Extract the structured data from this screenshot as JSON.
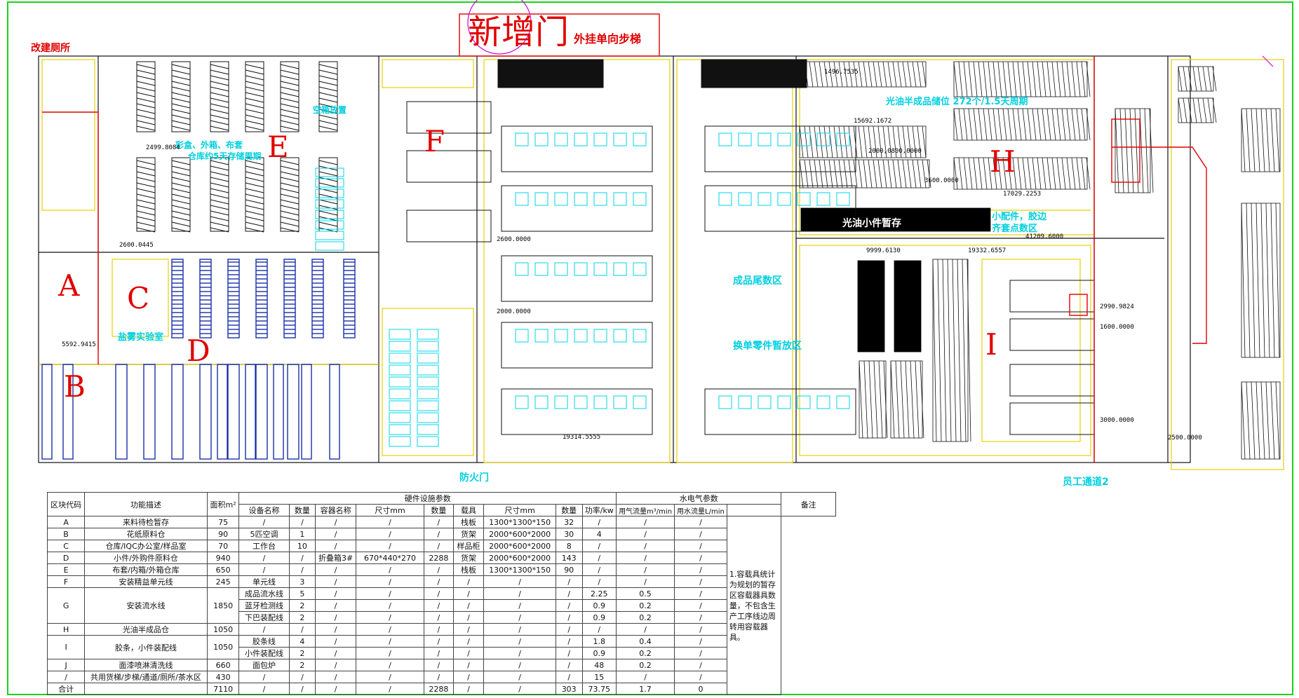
{
  "labels": {
    "new_door": "新增门",
    "escalator": "外挂单向步梯",
    "toilet_renovation": "改建厕所",
    "fire_door": "防火门",
    "staff_passage": "员工通道2",
    "zone_letters": [
      "A",
      "B",
      "C",
      "D",
      "E",
      "F",
      "H",
      "I"
    ]
  },
  "area_texts": [
    "光油半成品储位 272个/1.5天周期",
    "光油小件暂存",
    "小配件，胶边",
    "齐套点数区",
    "成品尾数区",
    "换单零件暂放区",
    "盐雾实验室",
    "彩盒、外箱、布套",
    "仓库约5天存储周期",
    "空箱放置"
  ],
  "dimensions": [
    "2600.0445",
    "2499.8084",
    "2600.0000",
    "5592.9415",
    "41209.6000",
    "15692.1672",
    "19314.5555",
    "9999.6130",
    "2000.0000",
    "1600.0000",
    "19332.6557",
    "2500.0000",
    "17029.2253",
    "2000,0800,0000",
    "2990.9824",
    "3000.0000",
    "1496.7535",
    "3600.0000"
  ],
  "table": {
    "headers": {
      "code": "区块代码",
      "function": "功能描述",
      "area": "面积m²",
      "hardware": "硬件设施参数",
      "utilities": "水电气参数",
      "remark": "备注",
      "equip_name": "设备名称",
      "qty": "数量",
      "container_name": "容器名称",
      "size": "尺寸mm",
      "qty2": "数量",
      "carrier": "载具",
      "size2": "尺寸mm",
      "qty3": "数量",
      "power": "功率/kw",
      "air": "用气流量m³/min",
      "water": "用水流量L/min"
    },
    "rows": [
      {
        "code": "A",
        "func": "来料待检暂存",
        "area": "75",
        "equip": "/",
        "eq": "/",
        "cont": "/",
        "csize": "/",
        "cq": "/",
        "carrier": "栈板",
        "size": "1300*1300*150",
        "qty": "32",
        "power": "/",
        "air": "/",
        "water": "/"
      },
      {
        "code": "B",
        "func": "花纸原料仓",
        "area": "90",
        "equip": "5匹空调",
        "eq": "1",
        "cont": "/",
        "csize": "/",
        "cq": "/",
        "carrier": "货架",
        "size": "2000*600*2000",
        "qty": "30",
        "power": "4",
        "air": "/",
        "water": "/"
      },
      {
        "code": "C",
        "func": "仓库/IQC办公室/样品室",
        "area": "70",
        "equip": "工作台",
        "eq": "10",
        "cont": "/",
        "csize": "/",
        "cq": "/",
        "carrier": "样品柜",
        "size": "2000*600*2000",
        "qty": "8",
        "power": "/",
        "air": "/",
        "water": "/"
      },
      {
        "code": "D",
        "func": "小件/外购件原料仓",
        "area": "940",
        "equip": "/",
        "eq": "/",
        "cont": "折叠箱3#",
        "csize": "670*440*270",
        "cq": "2288",
        "carrier": "货架",
        "size": "2000*600*2000",
        "qty": "143",
        "power": "/",
        "air": "/",
        "water": "/"
      },
      {
        "code": "E",
        "func": "布套/内箱/外箱仓库",
        "area": "650",
        "equip": "/",
        "eq": "/",
        "cont": "/",
        "csize": "/",
        "cq": "/",
        "carrier": "栈板",
        "size": "1300*1300*150",
        "qty": "90",
        "power": "/",
        "air": "/",
        "water": "/"
      },
      {
        "code": "F",
        "func": "安装精益单元线",
        "area": "245",
        "equip": "单元线",
        "eq": "3",
        "cont": "/",
        "csize": "/",
        "cq": "/",
        "carrier": "/",
        "size": "/",
        "qty": "/",
        "power": "/",
        "air": "/",
        "water": "/"
      },
      {
        "code": "G",
        "func": "安装流水线",
        "area": "1850",
        "sub": [
          {
            "equip": "成品流水线",
            "eq": "5",
            "cont": "/",
            "csize": "/",
            "cq": "/",
            "carrier": "/",
            "size": "/",
            "qty": "/",
            "power": "2.25",
            "air": "0.5",
            "water": "/"
          },
          {
            "equip": "蓝牙检测线",
            "eq": "2",
            "cont": "/",
            "csize": "/",
            "cq": "/",
            "carrier": "/",
            "size": "/",
            "qty": "/",
            "power": "0.9",
            "air": "0.2",
            "water": "/"
          },
          {
            "equip": "下巴装配线",
            "eq": "2",
            "cont": "/",
            "csize": "/",
            "cq": "/",
            "carrier": "/",
            "size": "/",
            "qty": "/",
            "power": "0.9",
            "air": "0.2",
            "water": "/"
          }
        ]
      },
      {
        "code": "H",
        "func": "光油半成品仓",
        "area": "1050",
        "equip": "/",
        "eq": "/",
        "cont": "/",
        "csize": "/",
        "cq": "/",
        "carrier": "/",
        "size": "/",
        "qty": "/",
        "power": "/",
        "air": "/",
        "water": "/"
      },
      {
        "code": "I",
        "func": "胶条，小件装配线",
        "area": "1050",
        "sub": [
          {
            "equip": "胶条线",
            "eq": "4",
            "cont": "/",
            "csize": "/",
            "cq": "/",
            "carrier": "/",
            "size": "/",
            "qty": "/",
            "power": "1.8",
            "air": "0.4",
            "water": "/"
          },
          {
            "equip": "小件装配线",
            "eq": "2",
            "cont": "/",
            "csize": "/",
            "cq": "/",
            "carrier": "/",
            "size": "/",
            "qty": "/",
            "power": "0.9",
            "air": "0.2",
            "water": "/"
          }
        ]
      },
      {
        "code": "J",
        "func": "面漆喷淋清洗线",
        "area": "660",
        "equip": "面包炉",
        "eq": "2",
        "cont": "/",
        "csize": "/",
        "cq": "/",
        "carrier": "/",
        "size": "/",
        "qty": "/",
        "power": "48",
        "air": "0.2",
        "water": "/"
      },
      {
        "code": "/",
        "func": "共用货梯/步梯/通道/厕所/茶水区",
        "area": "430",
        "equip": "/",
        "eq": "/",
        "cont": "/",
        "csize": "/",
        "cq": "/",
        "carrier": "/",
        "size": "/",
        "qty": "/",
        "power": "15",
        "air": "/",
        "water": "/"
      },
      {
        "code": "合计",
        "func": "",
        "area": "7110",
        "equip": "/",
        "eq": "/",
        "cont": "/",
        "csize": "/",
        "cq": "2288",
        "carrier": "/",
        "size": "/",
        "qty": "303",
        "power": "73.75",
        "air": "1.7",
        "water": "0"
      }
    ],
    "remark": "1.容载具统计为规划的暂存区容载器具数量，不包含生产工序线边周转用容载器具。"
  },
  "colors": {
    "wall": "#111111",
    "yellow": "#e6d200",
    "cyan": "#00d4e6",
    "blue": "#1a2fa8",
    "red": "#e00000",
    "green_frame": "#19d219",
    "magenta": "#d400d4"
  }
}
